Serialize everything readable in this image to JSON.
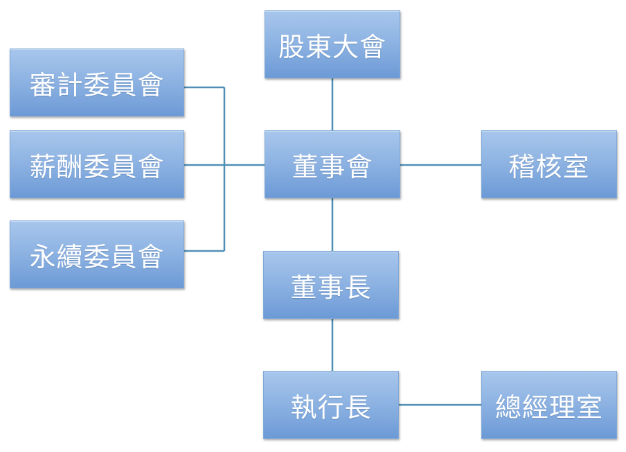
{
  "colors": {
    "box_top": "#a7c6ec",
    "box_bottom": "#6c9ad6",
    "box_border": "#7ea8d8",
    "connector": "#4f90b4",
    "text": "#ffffff"
  },
  "nodes": {
    "shareholders": "股東大會",
    "audit_committee": "審計委員會",
    "remuneration_committee": "薪酬委員會",
    "sustainability_committee": "永續委員會",
    "board": "董事會",
    "audit_office": "稽核室",
    "chairman": "董事長",
    "ceo": "執行長",
    "gm_office": "總經理室"
  },
  "edges": [
    [
      "shareholders",
      "board"
    ],
    [
      "audit_committee",
      "board"
    ],
    [
      "remuneration_committee",
      "board"
    ],
    [
      "sustainability_committee",
      "board"
    ],
    [
      "board",
      "audit_office"
    ],
    [
      "board",
      "chairman"
    ],
    [
      "chairman",
      "ceo"
    ],
    [
      "ceo",
      "gm_office"
    ]
  ]
}
